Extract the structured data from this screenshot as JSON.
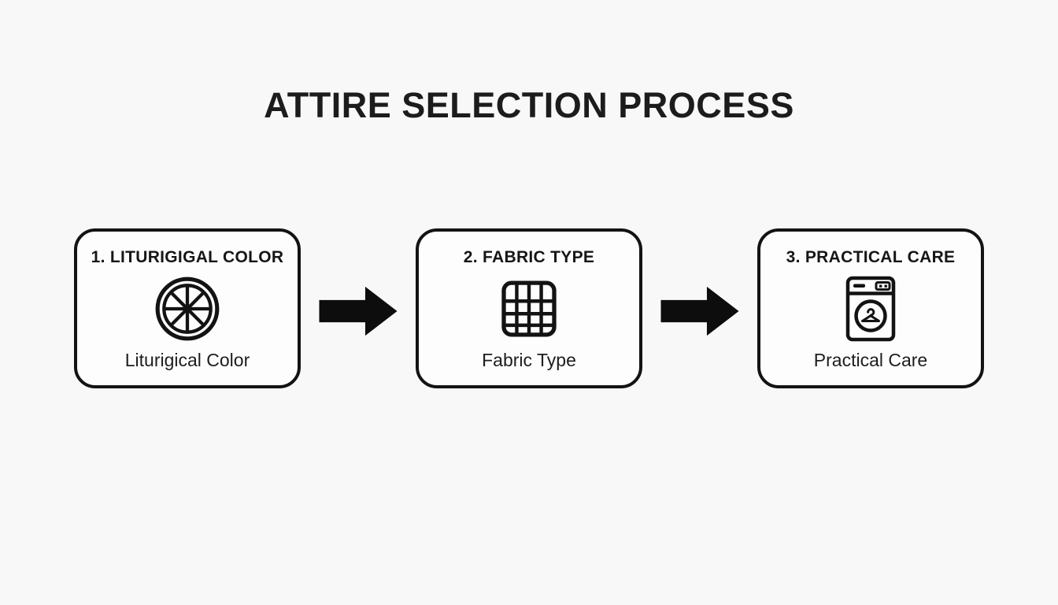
{
  "title": "ATTIRE SELECTION PROCESS",
  "colors": {
    "background": "#f8f8f8",
    "card_background": "#fdfdfd",
    "ink": "#131313"
  },
  "steps": [
    {
      "header": "1. LITURIGIGAL COLOR",
      "label": "Liturigical Color",
      "icon": "color-wheel-icon"
    },
    {
      "header": "2. FABRIC TYPE",
      "label": "Fabric Type",
      "icon": "fabric-grid-icon"
    },
    {
      "header": "3. PRACTICAL CARE",
      "label": "Practical Care",
      "icon": "washing-machine-icon"
    }
  ],
  "connectors": [
    {
      "icon": "arrow-right-icon"
    },
    {
      "icon": "arrow-right-icon"
    }
  ]
}
